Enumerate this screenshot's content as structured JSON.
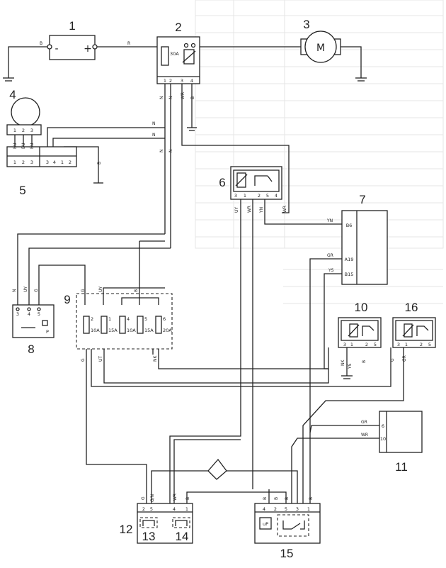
{
  "components": {
    "c1": {
      "number": "1",
      "minus": "-",
      "plus": "+"
    },
    "c2": {
      "number": "2",
      "fuse": "30A",
      "pins": [
        "1",
        "2",
        "3",
        "4"
      ]
    },
    "c3": {
      "number": "3",
      "motor": "M"
    },
    "c4": {
      "number": "4",
      "pins": [
        "1",
        "2",
        "3"
      ]
    },
    "c5": {
      "number": "5",
      "pins": [
        "1",
        "2",
        "3",
        "3",
        "4",
        "1",
        "2"
      ]
    },
    "c6": {
      "number": "6",
      "pins": [
        "3",
        "1",
        "2",
        "5",
        "4"
      ]
    },
    "c7": {
      "number": "7",
      "pins": [
        "B6",
        "A19",
        "B15"
      ]
    },
    "c8": {
      "number": "8",
      "pins": [
        "3",
        "4",
        "5"
      ],
      "mark": "P"
    },
    "c9": {
      "number": "9",
      "fuses": [
        {
          "id": "2",
          "rating": "10A"
        },
        {
          "id": "1",
          "rating": "15A"
        },
        {
          "id": "4",
          "rating": "10A"
        },
        {
          "id": "5",
          "rating": "15A"
        },
        {
          "id": "6",
          "rating": "20A"
        }
      ]
    },
    "c10": {
      "number": "10",
      "pins": [
        "3",
        "1",
        "2",
        "5"
      ]
    },
    "c11": {
      "number": "11",
      "pins": [
        "6",
        "10"
      ]
    },
    "c12": {
      "number": "12",
      "pins": [
        "2",
        "5",
        "4",
        "1"
      ]
    },
    "c13": {
      "number": "13"
    },
    "c14": {
      "number": "14"
    },
    "c15": {
      "number": "15",
      "pins": [
        "4",
        "2",
        "5",
        "3",
        "1"
      ],
      "chip": "uP"
    },
    "c16": {
      "number": "16",
      "pins": [
        "3",
        "1",
        "2",
        "5"
      ]
    }
  },
  "wire_labels": {
    "b_batt": "B",
    "r_batt": "R",
    "n1": "N",
    "n2": "N",
    "n3": "N",
    "n4": "N",
    "n5": "N",
    "n6": "N",
    "wr_top": "WR",
    "b_top": "B",
    "bu1": "BU",
    "bu2": "BU",
    "bu3": "BU",
    "b5": "B",
    "uy6": "UY",
    "wr6": "WR",
    "yn6": "YN",
    "wr6b": "WR",
    "yn7": "YN",
    "gr7": "GR",
    "ys7": "YS",
    "n8": "N",
    "uy8": "UY",
    "g8": "G",
    "g9a": "G",
    "uy9": "UY",
    "b9": "B",
    "g9b": "G",
    "ut9": "UT",
    "nk9": "NK",
    "nk10": "NK",
    "ys10": "YS",
    "b10": "B",
    "g16": "G",
    "gr16": "GR",
    "gr11": "GR",
    "wr11": "WR",
    "g12": "G",
    "gn12": "G/N",
    "wr12": "WR",
    "b12": "B",
    "b15a": "B",
    "b15b": "B",
    "b15c": "B",
    "b15d": "B"
  }
}
